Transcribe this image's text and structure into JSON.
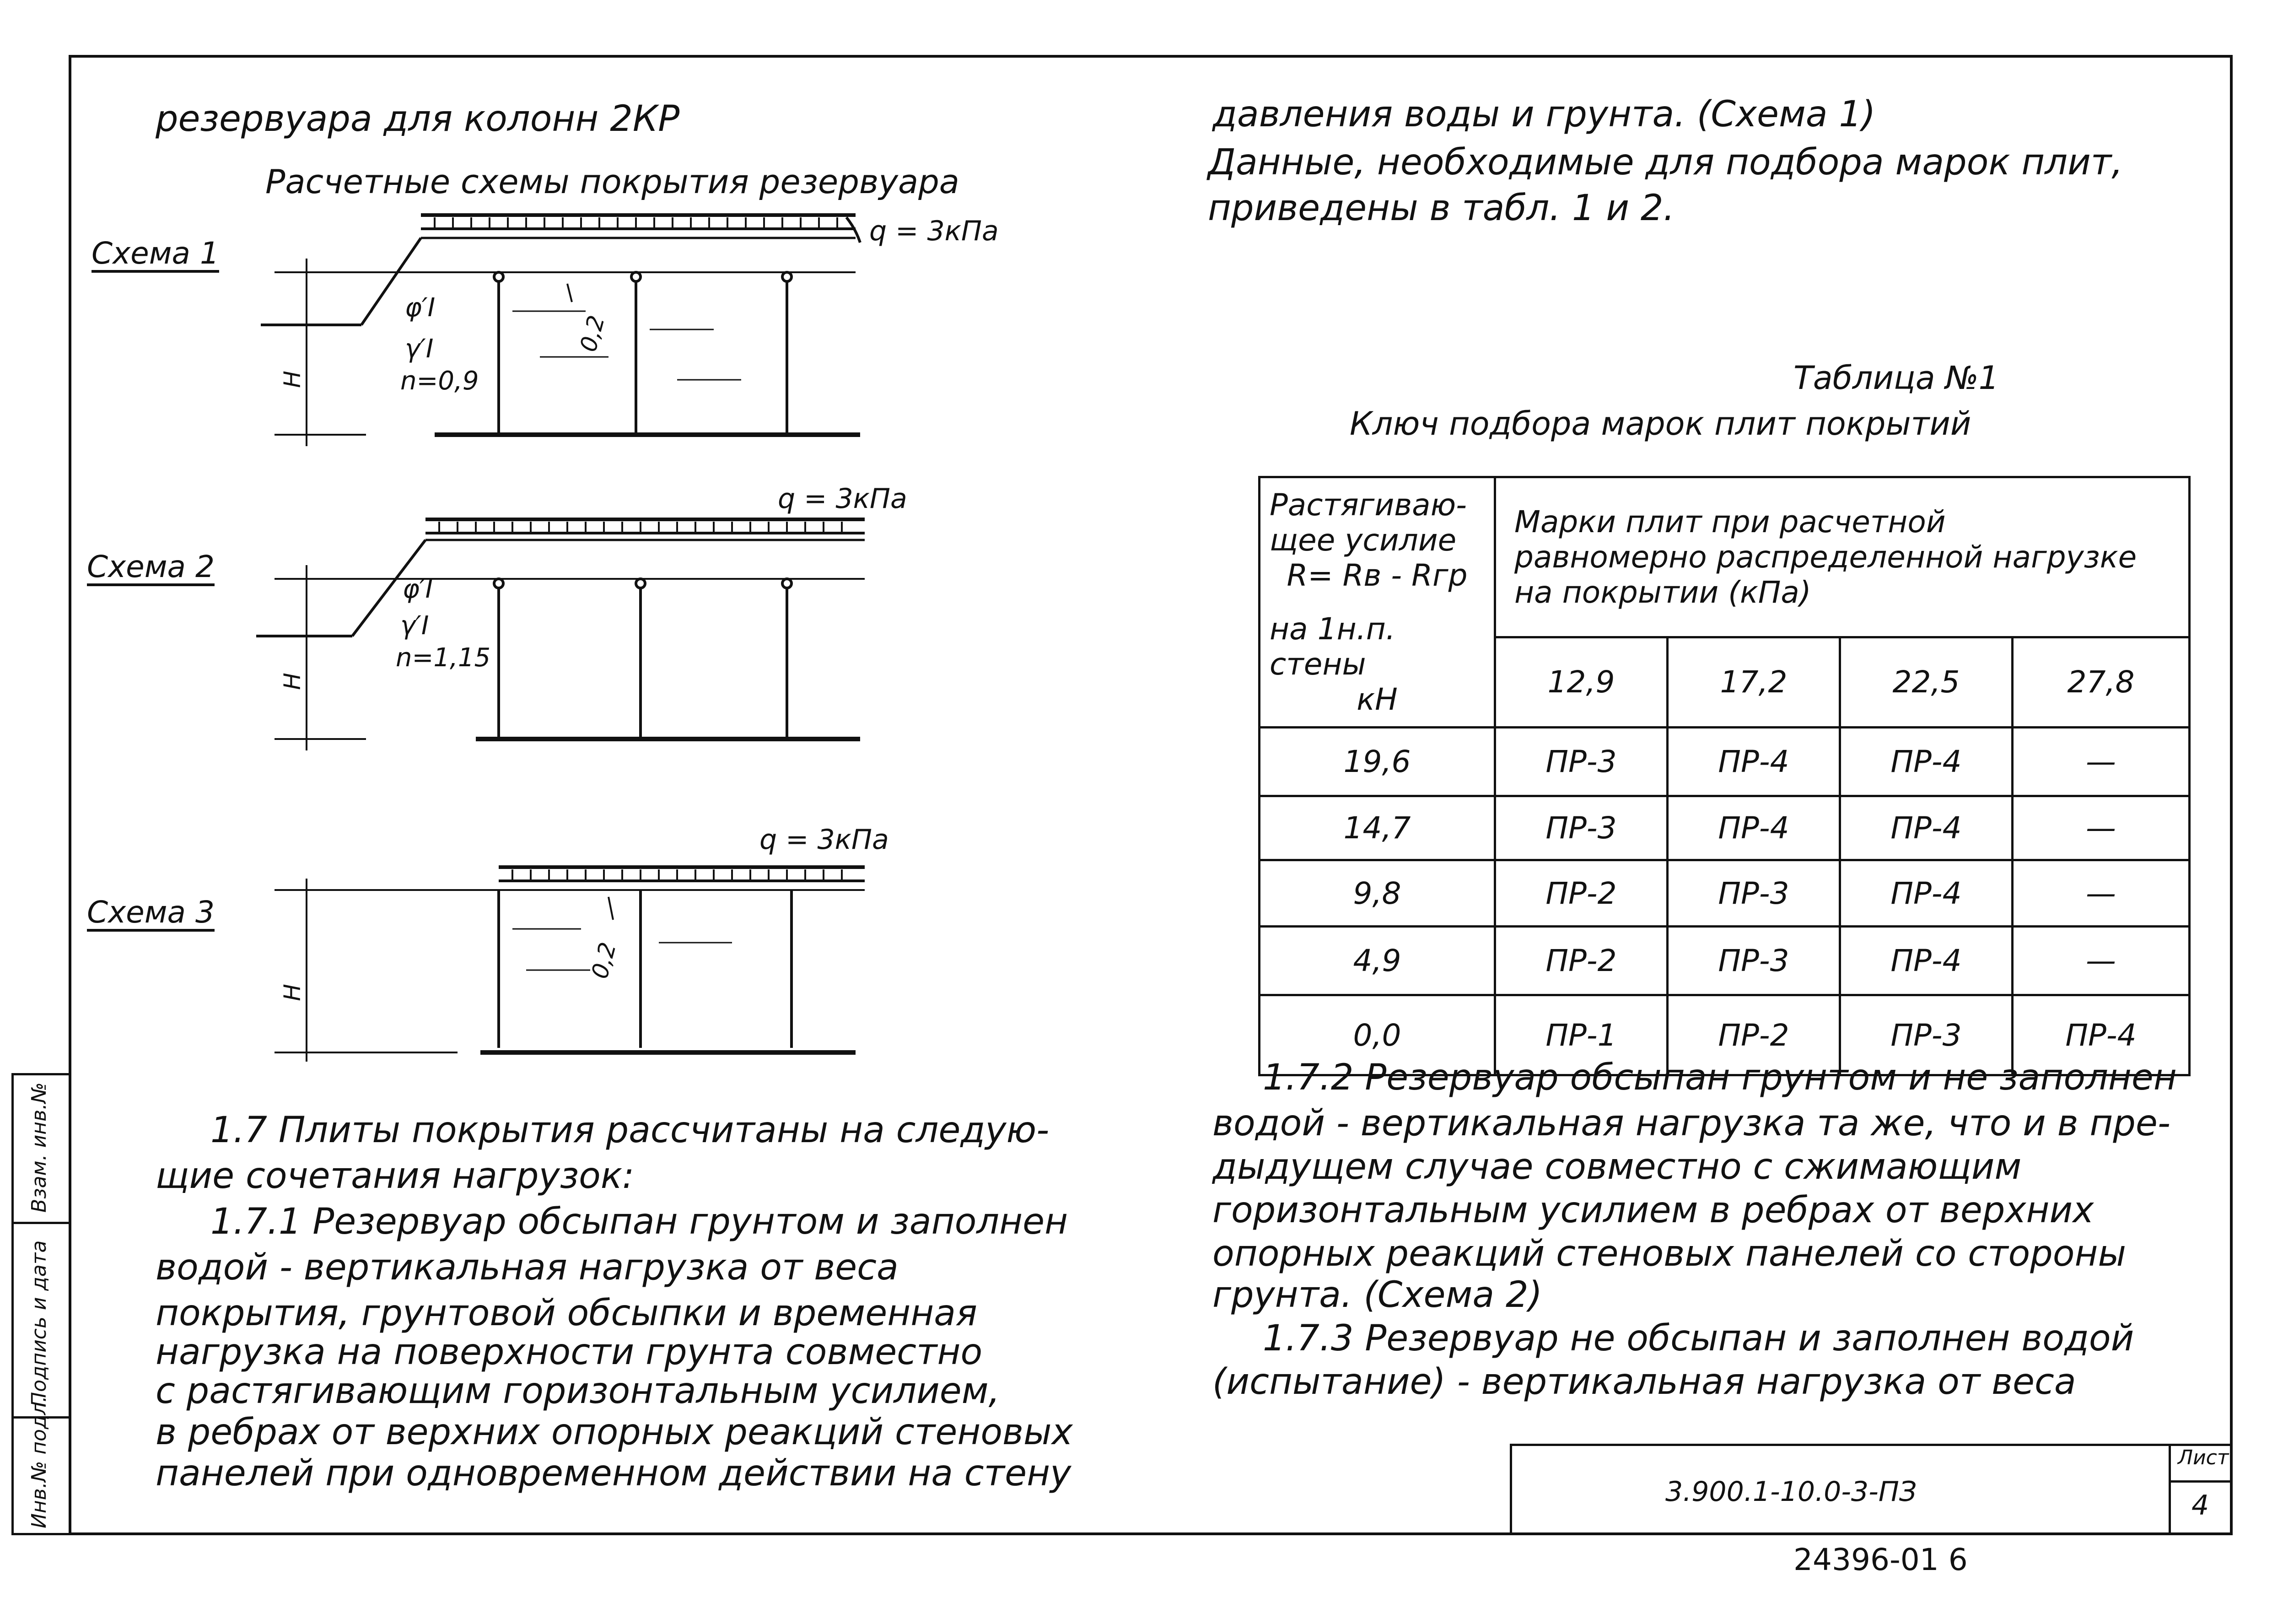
{
  "header_left": "резервуара для колонн 2КР",
  "schemes_title": "Расчетные схемы покрытия резервуара",
  "schemes": [
    {
      "label": "Схема 1",
      "load": "q = 3кПа",
      "gamma": "φ′I",
      "gamma2": "γ′I",
      "n": "n=0,9",
      "dim": "0,2",
      "height": "H"
    },
    {
      "label": "Схема 2",
      "load": "q = 3кПа",
      "gamma": "φ′I",
      "gamma2": "γ′I",
      "n": "n=1,15",
      "height": "H"
    },
    {
      "label": "Схема 3",
      "load": "q = 3кПа",
      "dim": "0,2",
      "height": "H"
    }
  ],
  "right_top_lines": [
    "давления воды и грунта. (Схема 1)",
    "Данные, необходимые для подбора марок плит,",
    "приведены в табл. 1 и 2."
  ],
  "table_title": "Таблица №1",
  "table_subtitle": "Ключ подбора марок плит покрытий",
  "table": {
    "head_left_lines": [
      "Растягиваю-",
      "щее усилие",
      "R= Rв - Rгр",
      "на 1н.п. стены",
      "кН"
    ],
    "head_right_lines": [
      "Марки плит при расчетной",
      "равномерно распределенной нагрузке",
      "на покрытии (кПа)"
    ],
    "load_cols": [
      "12,9",
      "17,2",
      "22,5",
      "27,8"
    ],
    "rows": [
      {
        "r": "19,6",
        "cells": [
          "ПР-3",
          "ПР-4",
          "ПР-4",
          "—"
        ]
      },
      {
        "r": "14,7",
        "cells": [
          "ПР-3",
          "ПР-4",
          "ПР-4",
          "—"
        ]
      },
      {
        "r": "9,8",
        "cells": [
          "ПР-2",
          "ПР-3",
          "ПР-4",
          "—"
        ]
      },
      {
        "r": "4,9",
        "cells": [
          "ПР-2",
          "ПР-3",
          "ПР-4",
          "—"
        ]
      },
      {
        "r": "0,0",
        "cells": [
          "ПР-1",
          "ПР-2",
          "ПР-3",
          "ПР-4"
        ]
      }
    ]
  },
  "left_bottom_lines": [
    "1.7 Плиты покрытия рассчитаны на следую-",
    "щие сочетания нагрузок:",
    "1.7.1 Резервуар обсыпан грунтом и заполнен",
    "водой - вертикальная нагрузка от веса",
    "покрытия, грунтовой обсыпки и временная",
    "нагрузка на поверхности грунта совместно",
    "с растягивающим горизонтальным усилием,",
    "в ребрах от верхних опорных реакций стеновых",
    "панелей при одновременном действии на стену"
  ],
  "right_bottom_lines": [
    "1.7.2 Резервуар обсыпан грунтом и не заполнен",
    "водой - вертикальная нагрузка та же, что и в пре-",
    "дыдущем случае совместно с сжимающим",
    "горизонтальным усилием в ребрах от верхних",
    "опорных реакций стеновых панелей со стороны",
    "грунта. (Схема 2)",
    "1.7.3 Резервуар не обсыпан и заполнен водой",
    "(испытание) - вертикальная нагрузка от веса"
  ],
  "stamp": {
    "code": "3.900.1-10.0-3-ПЗ",
    "sheet_label": "Лист",
    "sheet": "4"
  },
  "inventory": "24396-01 6",
  "sidebar": [
    "Инв.№ подл.",
    "Подпись и дата",
    "Взам. инв.№"
  ]
}
